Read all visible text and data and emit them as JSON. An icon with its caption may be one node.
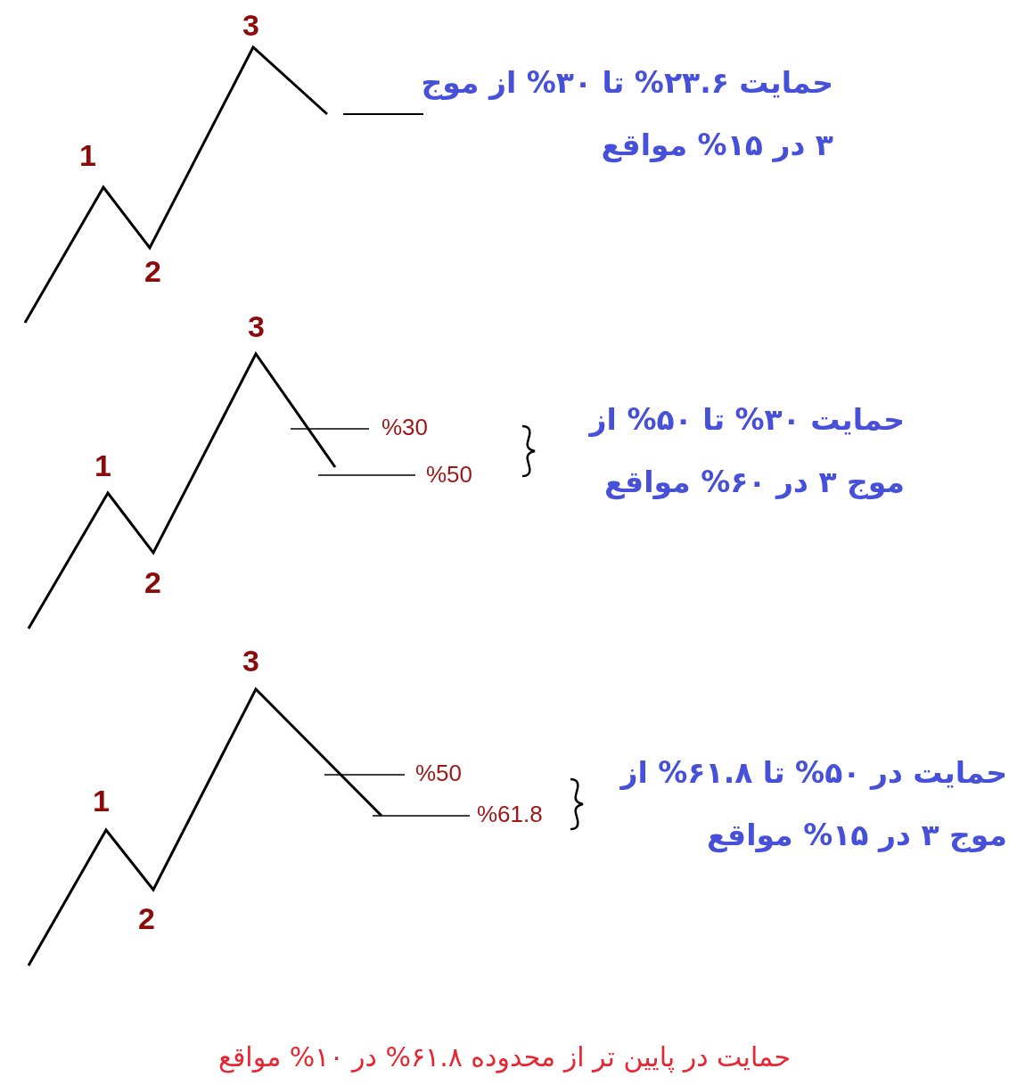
{
  "diagram": {
    "labels": [
      "3",
      "حمایت ۲۳.۶% تا ۳۰% از موج ۳ در ۱۵% مواقع",
      "1",
      "2",
      "3",
      "%30",
      "حمایت ۳۰% تا ۵۰% از موج ۳ در ۶۰% مواقع",
      "%50",
      "1",
      "2",
      "3",
      "%50",
      "حمایت در ۵۰% تا ۶۱.۸% از موج ۳ در ۱۵% مواقع",
      "%61.8",
      "1",
      "2",
      "حمایت در پایین تر از محدوده ۶۱.۸% در ۱۰% مواقع"
    ]
  }
}
